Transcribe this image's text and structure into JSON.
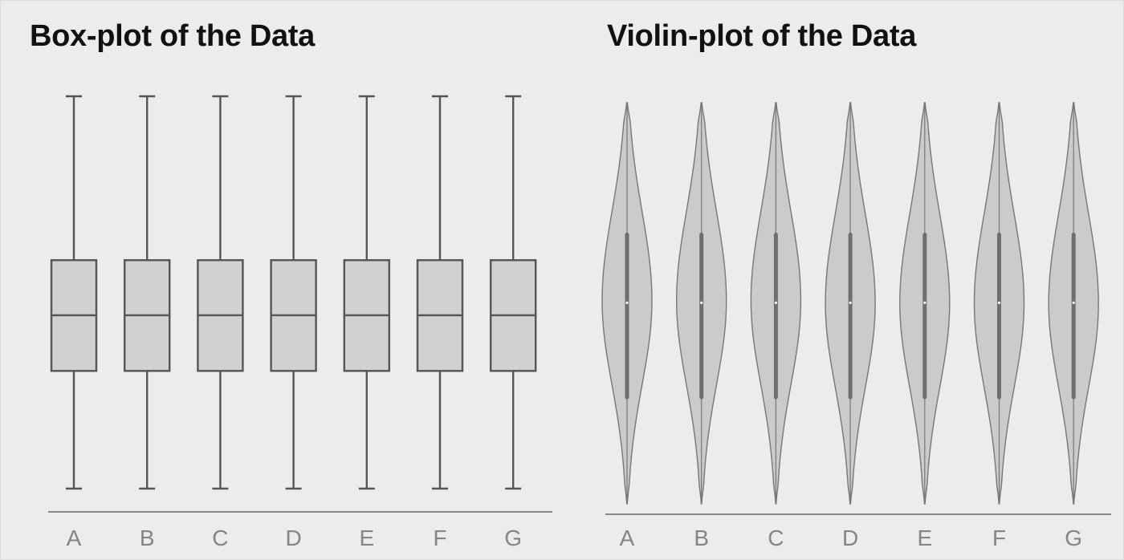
{
  "chart_data": [
    {
      "type": "box",
      "title": "Box-plot of the Data",
      "categories": [
        "A",
        "B",
        "C",
        "D",
        "E",
        "F",
        "G"
      ],
      "series": [
        {
          "label": "A",
          "min": 0,
          "q1": 2.37,
          "median": 3.49,
          "q3": 4.6,
          "max": 7.9
        },
        {
          "label": "B",
          "min": 0,
          "q1": 2.37,
          "median": 3.49,
          "q3": 4.6,
          "max": 7.9
        },
        {
          "label": "C",
          "min": 0,
          "q1": 2.37,
          "median": 3.49,
          "q3": 4.6,
          "max": 7.9
        },
        {
          "label": "D",
          "min": 0,
          "q1": 2.37,
          "median": 3.49,
          "q3": 4.6,
          "max": 7.9
        },
        {
          "label": "E",
          "min": 0,
          "q1": 2.37,
          "median": 3.49,
          "q3": 4.6,
          "max": 7.9
        },
        {
          "label": "F",
          "min": 0,
          "q1": 2.37,
          "median": 3.49,
          "q3": 4.6,
          "max": 7.9
        },
        {
          "label": "G",
          "min": 0,
          "q1": 2.37,
          "median": 3.49,
          "q3": 4.6,
          "max": 7.9
        }
      ],
      "ylim": [
        -0.4,
        8.2
      ],
      "grid": false,
      "colors": {
        "fill": "#d1d1d1",
        "stroke": "#555555",
        "axis": "#8a8a8a",
        "tick_label": "#858585"
      }
    },
    {
      "type": "violin",
      "title": "Violin-plot of the Data",
      "categories": [
        "A",
        "B",
        "C",
        "D",
        "E",
        "F",
        "G"
      ],
      "series": [
        {
          "label": "A",
          "min": 0,
          "q1": 2.1,
          "median": 3.96,
          "q3": 5.3,
          "max": 7.9,
          "max_density_at": 4.0
        },
        {
          "label": "B",
          "min": 0,
          "q1": 2.1,
          "median": 3.96,
          "q3": 5.3,
          "max": 7.9,
          "max_density_at": 4.0
        },
        {
          "label": "C",
          "min": 0,
          "q1": 2.1,
          "median": 3.96,
          "q3": 5.3,
          "max": 7.9,
          "max_density_at": 4.0
        },
        {
          "label": "D",
          "min": 0,
          "q1": 2.1,
          "median": 3.96,
          "q3": 5.3,
          "max": 7.9,
          "max_density_at": 3.95
        },
        {
          "label": "E",
          "min": 0,
          "q1": 2.1,
          "median": 3.96,
          "q3": 5.3,
          "max": 7.9,
          "max_density_at": 3.95
        },
        {
          "label": "F",
          "min": 0,
          "q1": 2.1,
          "median": 3.96,
          "q3": 5.3,
          "max": 7.9,
          "max_density_at": 3.95
        },
        {
          "label": "G",
          "min": 0,
          "q1": 2.1,
          "median": 3.96,
          "q3": 5.3,
          "max": 7.9,
          "max_density_at": 3.95
        }
      ],
      "ylim": [
        -0.2,
        8.2
      ],
      "grid": false,
      "colors": {
        "fill": "#cbcbcb",
        "stroke": "#777777",
        "inner_box": "#6e6e6e",
        "median_dot": "#ffffff",
        "axis": "#8a8a8a",
        "tick_label": "#858585"
      }
    }
  ]
}
